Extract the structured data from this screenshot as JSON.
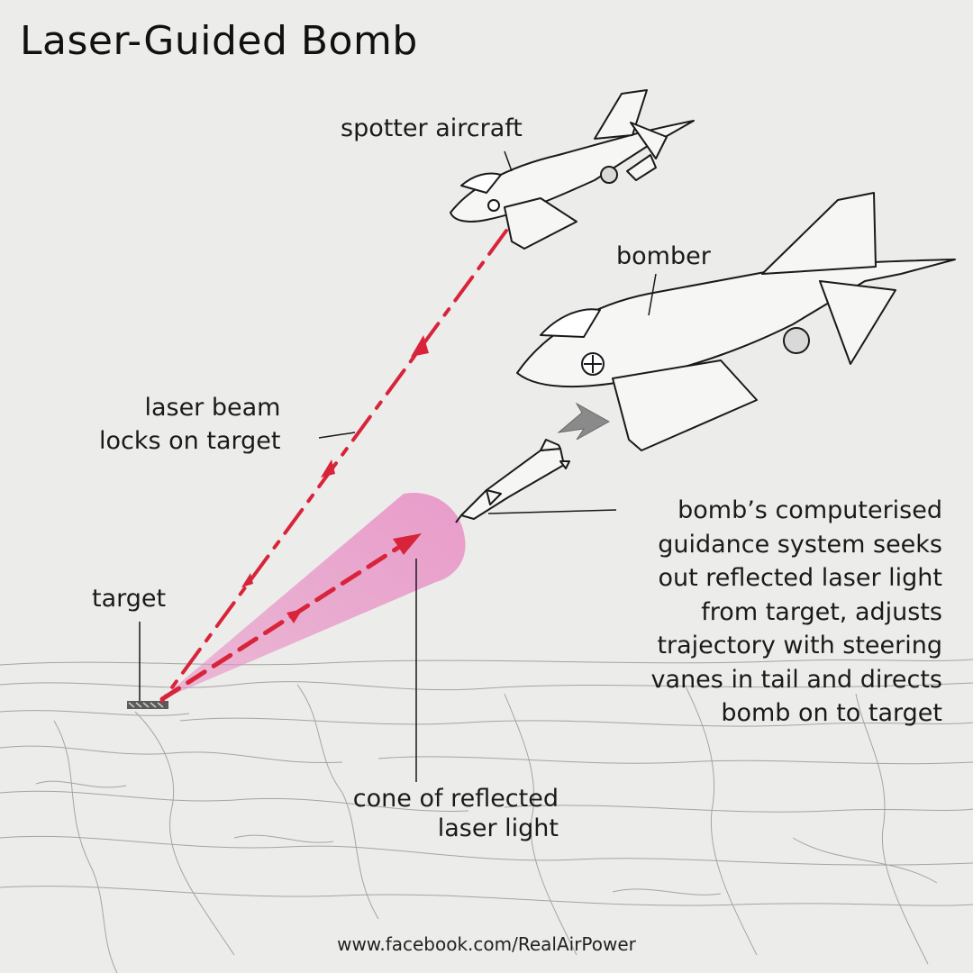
{
  "title": "Laser-Guided Bomb",
  "labels": {
    "spotter": "spotter aircraft",
    "bomber": "bomber",
    "laser_beam": [
      "laser beam",
      "locks on target"
    ],
    "target": "target",
    "guidance": [
      "bomb’s computerised",
      "guidance system seeks",
      "out reflected laser light",
      "from target, adjusts",
      "trajectory with steering",
      "vanes in tail and directs",
      "bomb on to target"
    ],
    "cone": [
      "cone of reflected",
      "laser light"
    ]
  },
  "footer": "www.facebook.com/RealAirPower",
  "colors": {
    "laser": "#d8243a",
    "cone": "#e88ec4",
    "line_art": "#1a1a1a",
    "pointer": "#8a8a8a"
  }
}
